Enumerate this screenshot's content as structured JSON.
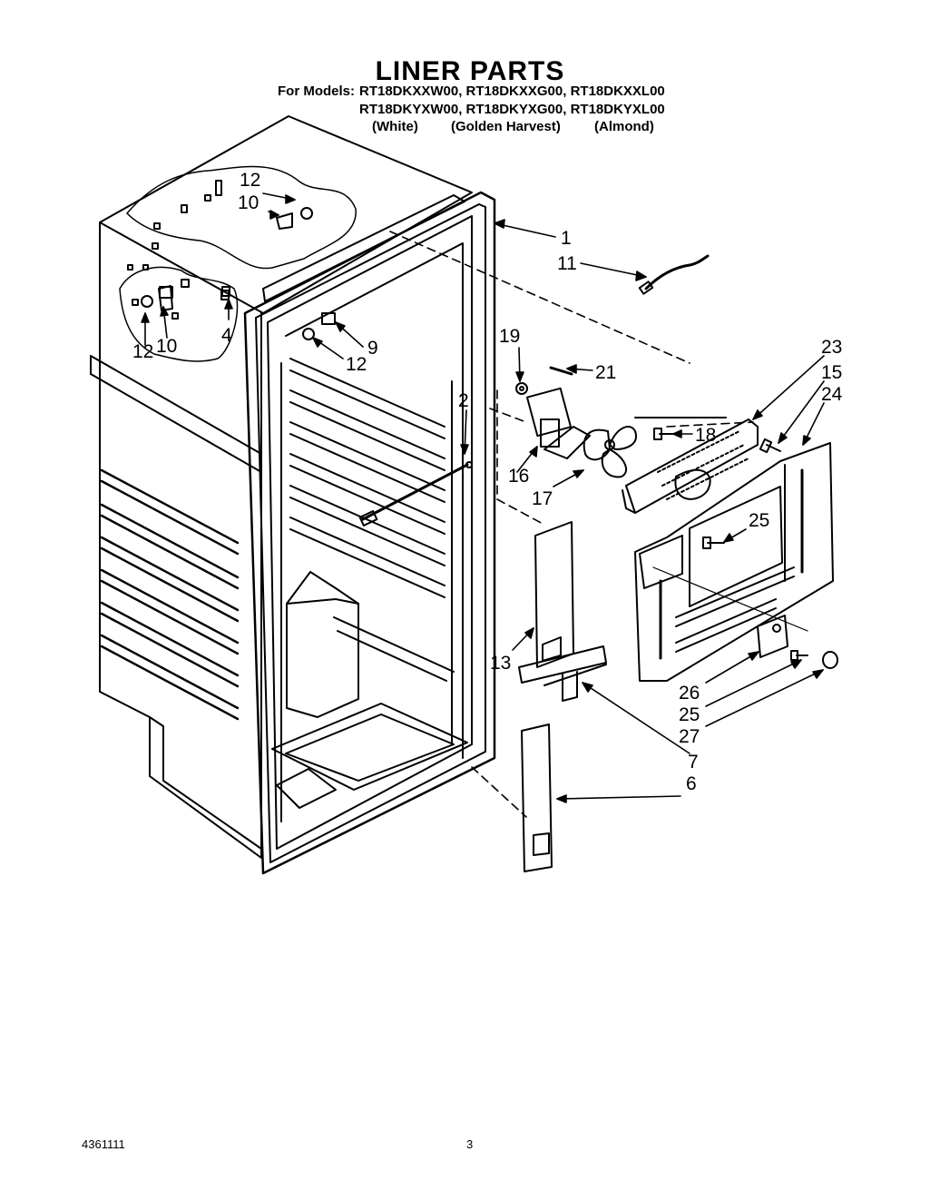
{
  "title": "LINER PARTS",
  "models_label": "For Models:",
  "models_row1": "RT18DKXXW00, RT18DKXXG00, RT18DKXXL00",
  "models_row2": "RT18DKYXW00, RT18DKYXG00, RT18DKYXL00",
  "colors": [
    "(White)",
    "(Golden Harvest)",
    "(Almond)"
  ],
  "callouts": {
    "c1": "1",
    "c2": "2",
    "c4": "4",
    "c6": "6",
    "c7": "7",
    "c9": "9",
    "c10a": "10",
    "c10b": "10",
    "c11": "11",
    "c12a": "12",
    "c12b": "12",
    "c12c": "12",
    "c13": "13",
    "c15": "15",
    "c16": "16",
    "c17": "17",
    "c18": "18",
    "c19": "19",
    "c21": "21",
    "c23": "23",
    "c24": "24",
    "c25a": "25",
    "c25b": "25",
    "c26": "26",
    "c27": "27"
  },
  "footer_code": "4361111",
  "page_number": "3"
}
